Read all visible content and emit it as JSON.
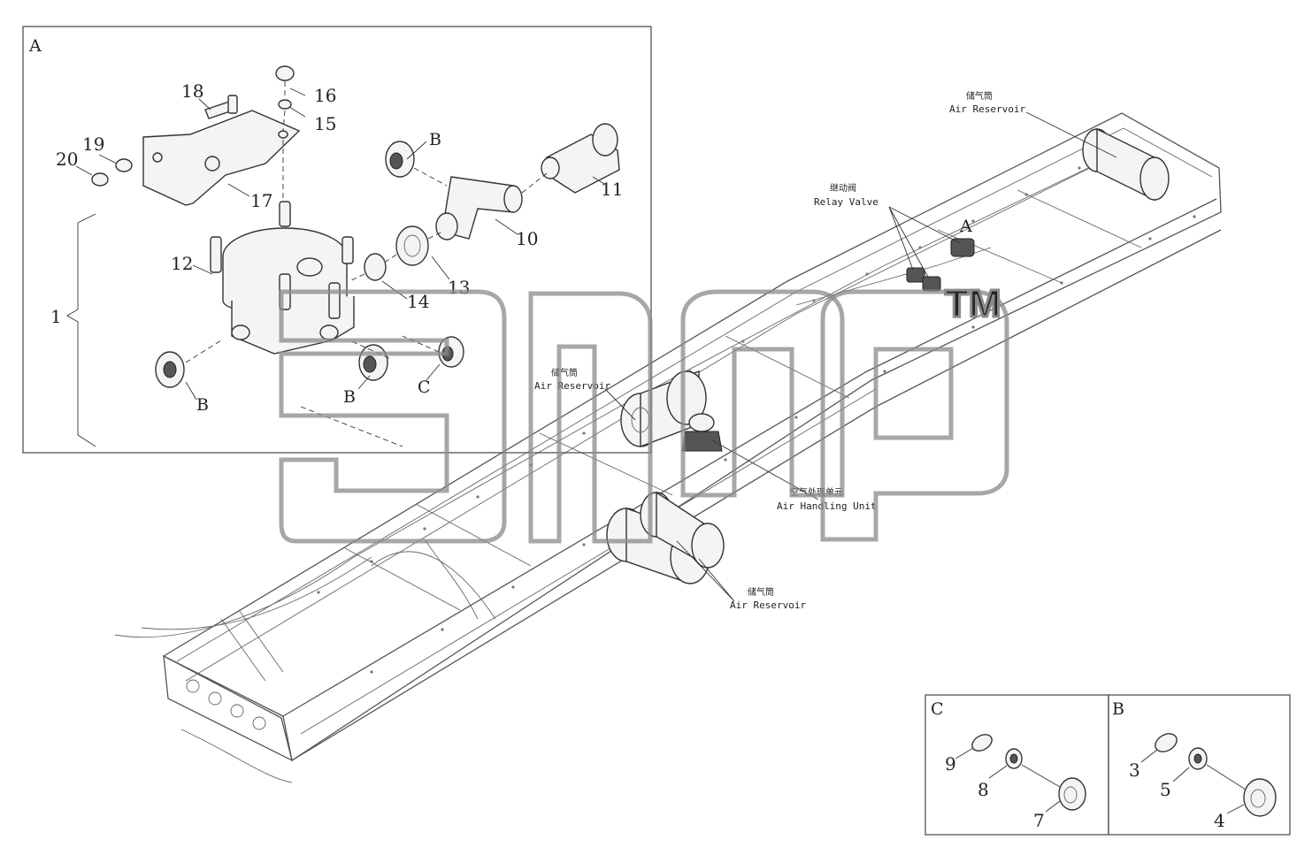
{
  "detail_a": {
    "title": "A",
    "callouts": {
      "c1": "1",
      "c10": "10",
      "c11": "11",
      "c12": "12",
      "c13": "13",
      "c14": "14",
      "c15": "15",
      "c16": "16",
      "c17": "17",
      "c18": "18",
      "c19": "19",
      "c20": "20"
    },
    "port_b_top": "B",
    "port_b_left": "B",
    "port_b_mid": "B",
    "port_c": "C"
  },
  "chassis_labels": {
    "reservoir_rear_cn": "储气筒",
    "reservoir_rear_en": "Air Reservoir",
    "relay_valve_cn": "继动阀",
    "relay_valve_en": "Relay Valve",
    "relay_marker": "A",
    "reservoir_mid_cn": "储气筒",
    "reservoir_mid_en": "Air Reservoir",
    "handling_unit_cn": "空气处理单元",
    "handling_unit_en": "Air Handling Unit",
    "reservoir_front_cn": "储气筒",
    "reservoir_front_en": "Air Reservoir"
  },
  "detail_c": {
    "title": "C",
    "callouts": {
      "c9": "9",
      "c8": "8",
      "c7": "7"
    }
  },
  "detail_b": {
    "title": "B",
    "callouts": {
      "c3": "3",
      "c5": "5",
      "c4": "4"
    }
  },
  "watermark": {
    "text": "TM"
  }
}
